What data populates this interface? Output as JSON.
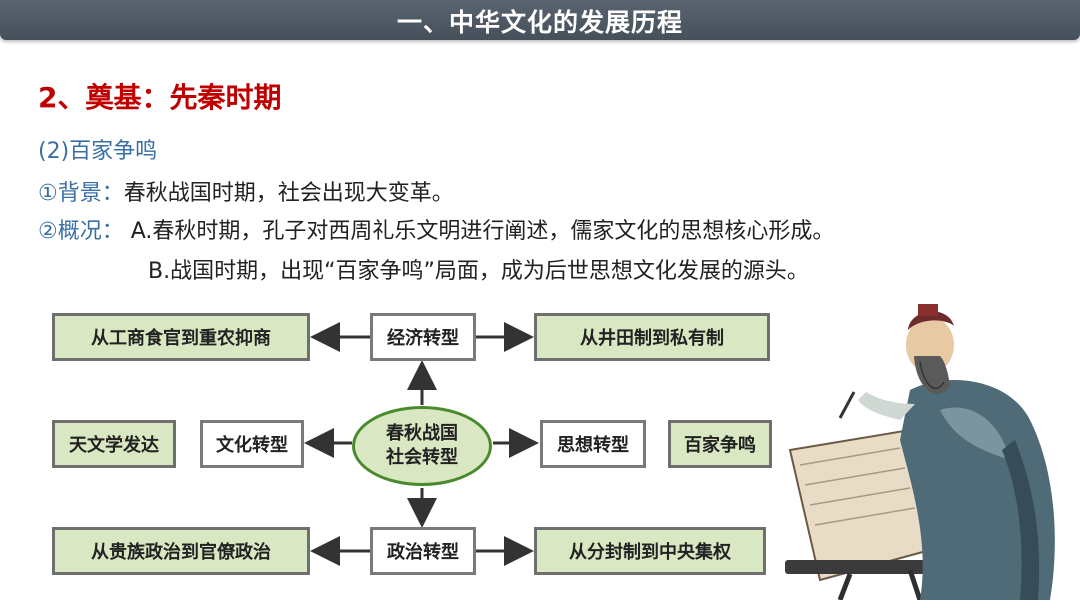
{
  "header": {
    "title": "一、中华文化的发展历程"
  },
  "section": {
    "heading": "2、奠基：先秦时期"
  },
  "content": {
    "subheading": "(2)百家争鸣",
    "background_label": "①背景：",
    "background_text": "春秋战国时期，社会出现大变革。",
    "overview_label": "②概况：",
    "overview_a": "A.春秋时期，孔子对西周礼乐文明进行阐述，儒家文化的思想核心形成。",
    "overview_b": "B.战国时期，出现“百家争鸣”局面，成为后世思想文化发展的源头。"
  },
  "diagram": {
    "center_line1": "春秋战国",
    "center_line2": "社会转型",
    "economy": "经济转型",
    "economy_left": "从工商食官到重农抑商",
    "economy_right": "从井田制到私有制",
    "culture": "文化转型",
    "culture_left": "天文学发达",
    "thought": "思想转型",
    "thought_right": "百家争鸣",
    "politics": "政治转型",
    "politics_left": "从贵族政治到官僚政治",
    "politics_right": "从分封制到中央集权"
  },
  "colors": {
    "accent_red": "#c00000",
    "label_blue": "#3a6fa5",
    "box_green": "#d9e7c2",
    "titlebar": "#4f5964"
  }
}
